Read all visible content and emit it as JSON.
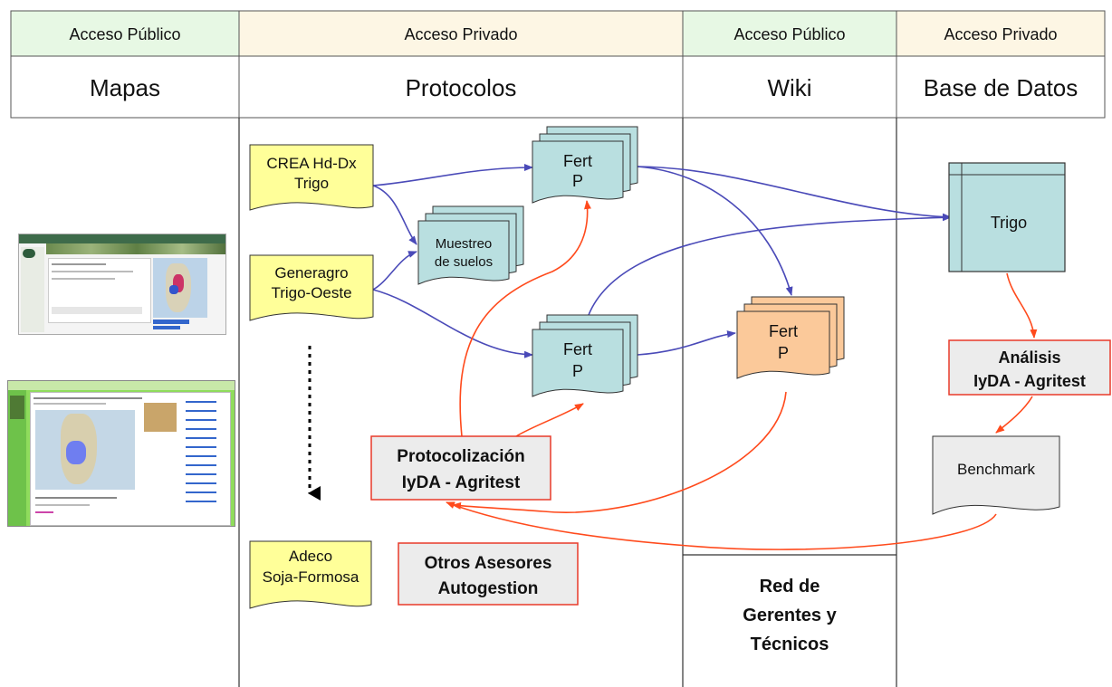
{
  "columns": [
    {
      "access": "Acceso Público",
      "title": "Mapas",
      "access_color": "#e7f8e4"
    },
    {
      "access": "Acceso Privado",
      "title": "Protocolos",
      "access_color": "#fdf6e4"
    },
    {
      "access": "Acceso Público",
      "title": "Wiki",
      "access_color": "#e7f8e4"
    },
    {
      "access": "Acceso Privado",
      "title": "Base de Datos",
      "access_color": "#fdf6e4"
    }
  ],
  "sources": {
    "crea": [
      "CREA Hd-Dx",
      "Trigo"
    ],
    "generagro": [
      "Generagro",
      "Trigo-Oeste"
    ],
    "adeco": [
      "Adeco",
      "Soja-Formosa"
    ]
  },
  "muestreo": [
    "Muestreo",
    "de suelos"
  ],
  "fert_top": [
    "Fert",
    "P"
  ],
  "fert_mid": [
    "Fert",
    "P"
  ],
  "fert_wiki": [
    "Fert",
    "P"
  ],
  "trigo": "Trigo",
  "analisis": [
    "Análisis",
    "IyDA - Agritest"
  ],
  "benchmark": "Benchmark",
  "protocolizacion": [
    "Protocolización",
    "IyDA - Agritest"
  ],
  "otros": [
    "Otros Asesores",
    "Autogestion"
  ],
  "red": [
    "Red de",
    "Gerentes y",
    "Técnicos"
  ],
  "colors": {
    "doc_yellow": "#ffff99",
    "doc_teal": "#b9dfe0",
    "doc_orange": "#fbc99a",
    "arrow_blue": "#4a4ab8",
    "arrow_red": "#ff4a1c",
    "box_red_border": "#e83a2a",
    "box_gray": "#ececec"
  }
}
